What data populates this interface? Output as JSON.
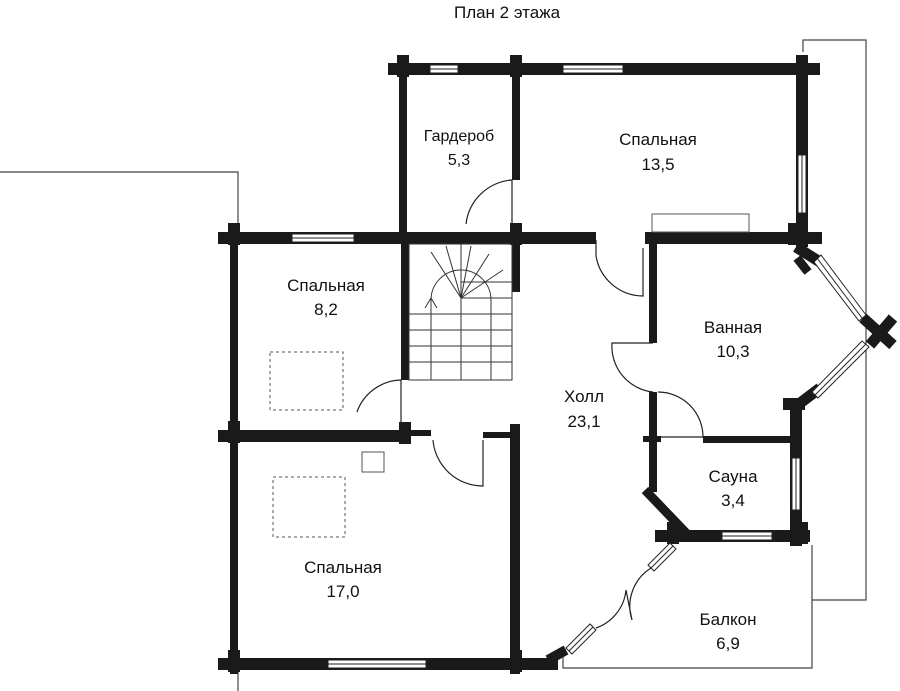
{
  "title": "План 2 этажа",
  "rooms": {
    "garderob": {
      "name": "Гардероб",
      "area": "5,3"
    },
    "bedroom_top": {
      "name": "Спальная",
      "area": "13,5"
    },
    "bedroom_left": {
      "name": "Спальная",
      "area": "8,2"
    },
    "bathroom": {
      "name": "Ванная",
      "area": "10,3"
    },
    "hall": {
      "name": "Холл",
      "area": "23,1"
    },
    "sauna": {
      "name": "Сауна",
      "area": "3,4"
    },
    "bedroom_big": {
      "name": "Спальная",
      "area": "17,0"
    },
    "balcony": {
      "name": "Балкон",
      "area": "6,9"
    }
  },
  "colors": {
    "wall": "#1a1a1a",
    "line": "#333333",
    "background": "#ffffff"
  }
}
